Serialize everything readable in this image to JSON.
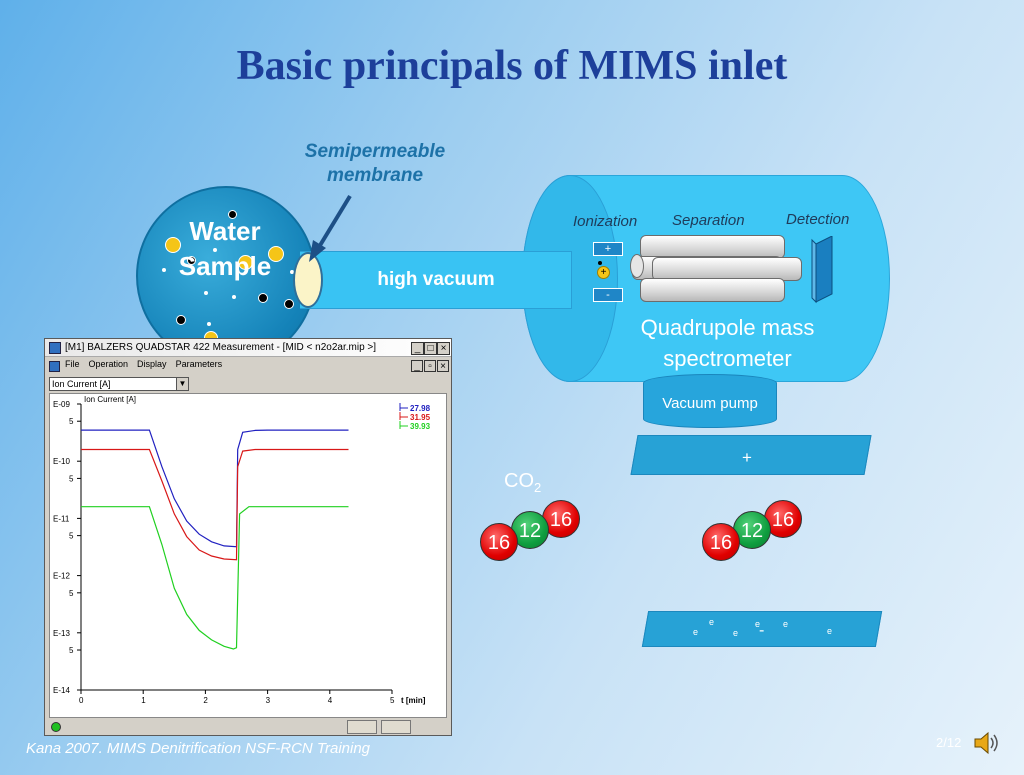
{
  "title": "Basic principals of MIMS inlet",
  "membrane_label_line1": "Semipermeable",
  "membrane_label_line2": "membrane",
  "water_line1": "Water",
  "water_line2": "Sample",
  "pipe_label": "high vacuum",
  "stages": {
    "ionization": "Ionization",
    "separation": "Separation",
    "detection": "Detection"
  },
  "plate_plus": "+",
  "plate_minus": "-",
  "ion_plus": "+",
  "qms_line1": "Quadrupole mass",
  "qms_line2": "spectrometer",
  "pump_label": "Vacuum pump",
  "band_plus": "+",
  "band_minus": "-",
  "electron": "e",
  "co2_base": "CO",
  "co2_sub": "2",
  "atoms": {
    "oxygen": "16",
    "carbon": "12"
  },
  "window": {
    "title": "[M1] BALZERS QUADSTAR 422 Measurement - [MID  < n2o2ar.mip >]",
    "menu": [
      "File",
      "Operation",
      "Display",
      "Parameters"
    ],
    "select_value": "Ion Current [A]",
    "plot_title": "Ion Current [A]",
    "x_unit": "t [min]"
  },
  "chart_data": {
    "type": "line",
    "title": "Ion Current [A]",
    "xlabel": "t [min]",
    "ylabel": "",
    "xlim": [
      0,
      5
    ],
    "ylim_exp": [
      -14,
      -9
    ],
    "y_scale": "log",
    "y_ticks": [
      "E-09",
      "5",
      "E-10",
      "5",
      "E-11",
      "5",
      "E-12",
      "5",
      "E-13",
      "5",
      "E-14"
    ],
    "x_ticks": [
      "0",
      "1",
      "2",
      "3",
      "4",
      "5"
    ],
    "series": [
      {
        "name": "27.98",
        "color": "#2020c0",
        "x": [
          0,
          1.1,
          1.3,
          1.5,
          1.7,
          1.9,
          2.1,
          2.3,
          2.5,
          2.52,
          2.6,
          2.8,
          3.0,
          4.3
        ],
        "y": [
          3.5e-10,
          3.5e-10,
          8e-11,
          2.2e-11,
          9e-12,
          5.3e-12,
          3.9e-12,
          3.3e-12,
          3.2e-12,
          1.6e-10,
          3.2e-10,
          3.45e-10,
          3.5e-10,
          3.5e-10
        ]
      },
      {
        "name": "31.95",
        "color": "#d81818",
        "x": [
          0,
          1.1,
          1.3,
          1.5,
          1.7,
          1.9,
          2.1,
          2.3,
          2.5,
          2.52,
          2.6,
          2.8,
          3.0,
          4.3
        ],
        "y": [
          1.6e-10,
          1.6e-10,
          4.5e-11,
          1.2e-11,
          4.8e-12,
          2.8e-12,
          2.2e-12,
          1.95e-12,
          1.9e-12,
          8e-11,
          1.5e-10,
          1.6e-10,
          1.6e-10,
          1.6e-10
        ]
      },
      {
        "name": "39.93",
        "color": "#20d020",
        "x": [
          0,
          1.1,
          1.3,
          1.5,
          1.7,
          1.9,
          2.1,
          2.3,
          2.45,
          2.5,
          2.55,
          2.7,
          3.0,
          4.3
        ],
        "y": [
          1.6e-11,
          1.6e-11,
          3.5e-12,
          6e-13,
          2.1e-13,
          1.1e-13,
          7.5e-14,
          5.8e-14,
          5.2e-14,
          5.5e-14,
          1.2e-11,
          1.6e-11,
          1.6e-11,
          1.6e-11
        ]
      }
    ]
  },
  "footer": "Kana 2007. MIMS Denitrification NSF-RCN Training",
  "page": "2/12"
}
